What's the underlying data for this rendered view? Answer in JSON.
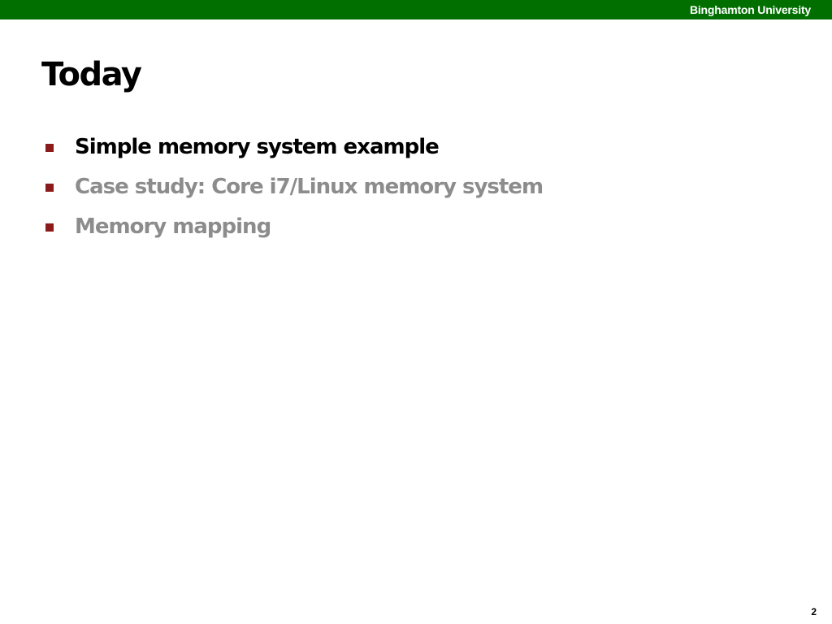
{
  "header": {
    "institution": "Binghamton University",
    "bar_color": "#006f00"
  },
  "slide": {
    "title": "Today",
    "bullet_color": "#8b1a1a",
    "bullets": [
      {
        "text": "Simple memory system example",
        "state": "active"
      },
      {
        "text": "Case study: Core i7/Linux memory system",
        "state": "dimmed"
      },
      {
        "text": "Memory mapping",
        "state": "dimmed"
      }
    ],
    "page_number": "2"
  }
}
